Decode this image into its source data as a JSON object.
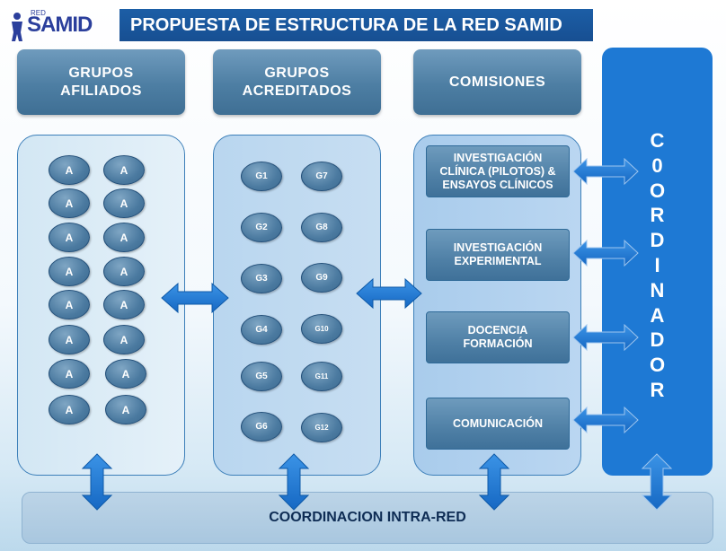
{
  "logo": {
    "text": "SAMID",
    "small_text": "RED"
  },
  "title": "PROPUESTA DE ESTRUCTURA DE LA RED SAMID",
  "headers": {
    "afiliados": "GRUPOS AFILIADOS",
    "acreditados": "GRUPOS ACREDITADOS",
    "comisiones": "COMISIONES"
  },
  "afiliados": [
    "A",
    "A",
    "A",
    "A",
    "A",
    "A",
    "A",
    "A",
    "A",
    "A",
    "A",
    "A",
    "A",
    "A",
    "A",
    "A"
  ],
  "acreditados": [
    "G1",
    "G2",
    "G3",
    "G4",
    "G5",
    "G6",
    "G7",
    "G8",
    "G9",
    "G10",
    "G11",
    "G12"
  ],
  "comisiones": [
    "INVESTIGACIÓN CLÍNICA (PILOTOS) & ENSAYOS CLÍNICOS",
    "INVESTIGACIÓN EXPERIMENTAL",
    "DOCENCIA FORMACIÓN",
    "COMUNICACIÓN"
  ],
  "coordinador": "C0ORDINADOR",
  "intra_red": "COORDINACION INTRA-RED",
  "colors": {
    "title_bg": "#1c5ea6",
    "coordinador_bg": "#1e79d4",
    "arrow": "#1e79d4"
  }
}
